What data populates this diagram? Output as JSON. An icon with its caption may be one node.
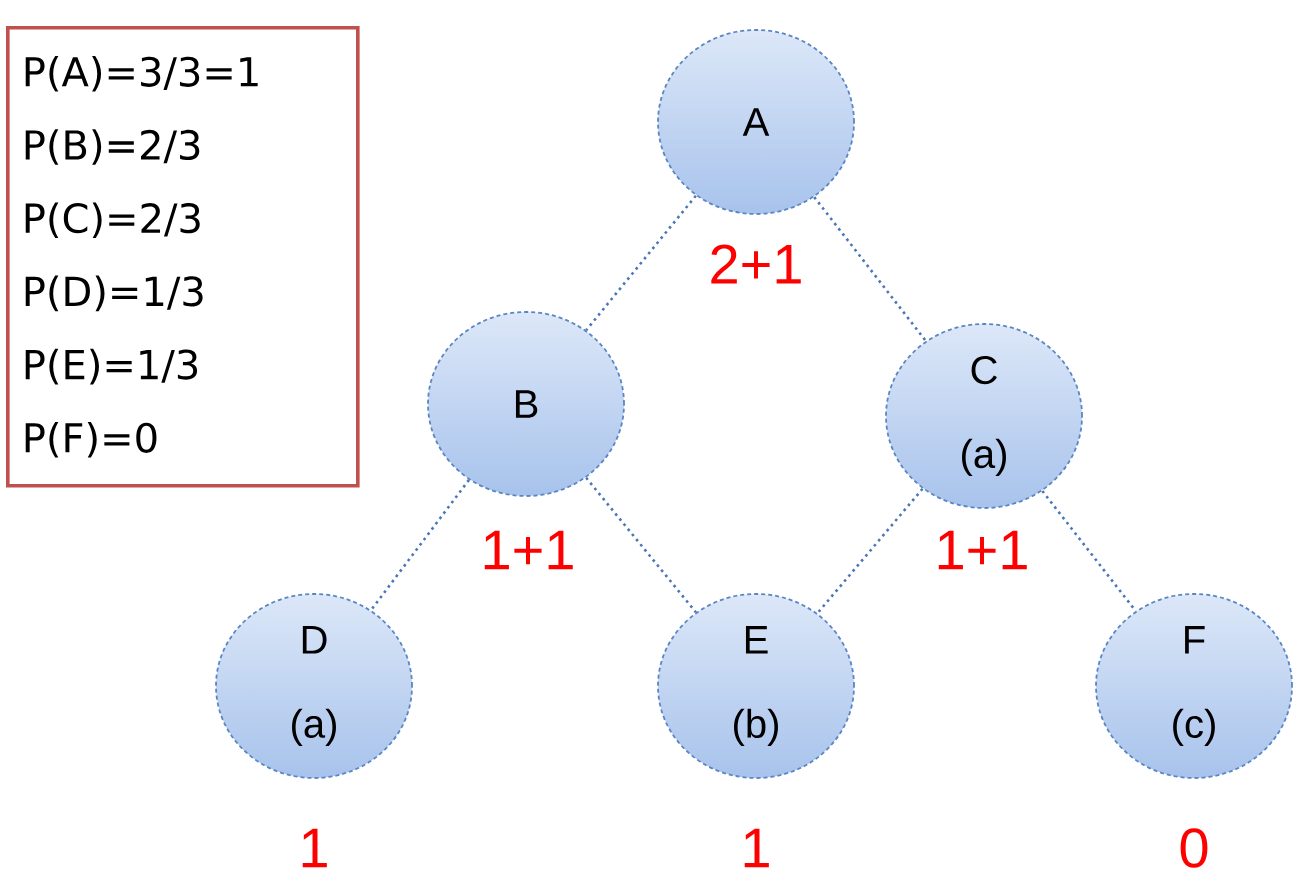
{
  "diagram": {
    "nodes": [
      {
        "text": [
          "P(A)=3/3=1",
          "P(B)=2/3",
          "P(C)=2/3",
          "P(D)=1/3",
          "P(E)=1/3",
          "P(F)=0"
        ]
      },
      {
        "text": [
          "A"
        ],
        "beside": [
          "2+1"
        ]
      },
      {
        "text": [
          "B"
        ],
        "beside": [
          "1+1"
        ]
      },
      {
        "text": [
          "C",
          "(a)"
        ],
        "beside": [
          "1+1"
        ]
      },
      {
        "text": [
          "D",
          "(a)"
        ],
        "beside": [
          "1"
        ]
      },
      {
        "text": [
          "E",
          "(b)"
        ],
        "beside": [
          "1"
        ]
      },
      {
        "text": [
          "F",
          "(c)"
        ],
        "beside": [
          "0"
        ]
      }
    ],
    "edges": [
      {
        "from": 1,
        "to": 2,
        "arrow": "none"
      },
      {
        "from": 1,
        "to": 3,
        "arrow": "none"
      },
      {
        "from": 2,
        "to": 4,
        "arrow": "none"
      },
      {
        "from": 2,
        "to": 5,
        "arrow": "none"
      },
      {
        "from": 3,
        "to": 5,
        "arrow": "none"
      },
      {
        "from": 3,
        "to": 6,
        "arrow": "none"
      }
    ]
  }
}
